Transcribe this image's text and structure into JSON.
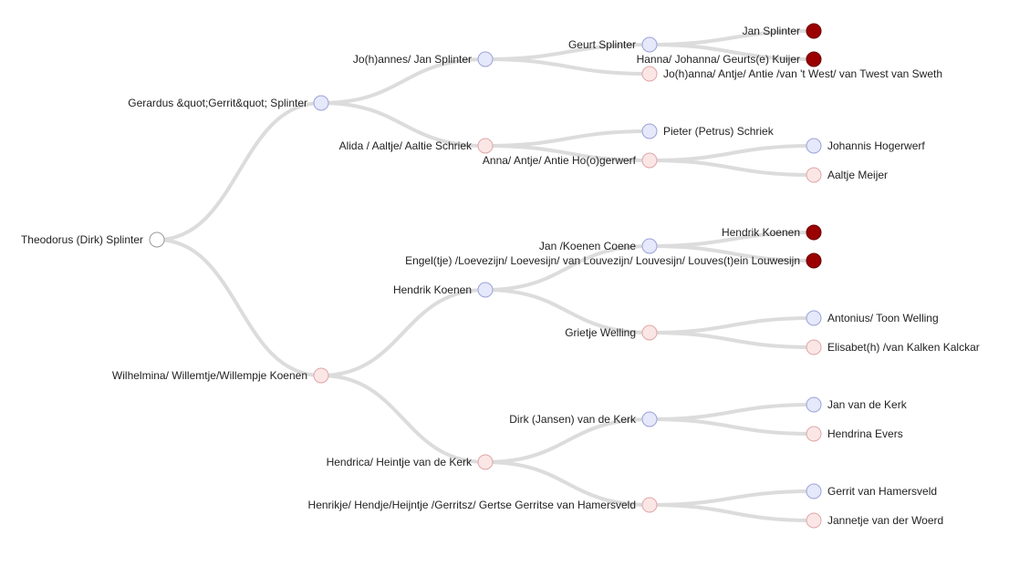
{
  "colors": {
    "link": "#dcdcdc",
    "male_fill": "#e6e8fb",
    "male_stroke": "#9aa2d8",
    "female_fill": "#fbe6e6",
    "female_stroke": "#e0a6a6",
    "unknown_fill": "#ffffff",
    "unknown_stroke": "#999999",
    "collapsed_fill": "#9b0000",
    "collapsed_stroke": "#6a0000",
    "label": "#222222"
  },
  "tree": {
    "id": "theodorus",
    "name": "Theodorus (Dirk) Splinter",
    "kind": "unknown",
    "children": [
      {
        "id": "gerardus",
        "name": "Gerardus &quot;Gerrit&quot; Splinter",
        "kind": "male",
        "children": [
          {
            "id": "johannes",
            "name": "Jo(h)annes/ Jan Splinter",
            "kind": "male",
            "children": [
              {
                "id": "geurt",
                "name": "Geurt Splinter",
                "kind": "male",
                "children": [
                  {
                    "id": "jan-splinter",
                    "name": "Jan Splinter",
                    "kind": "collapsed"
                  },
                  {
                    "id": "hanna",
                    "name": "Hanna/ Johanna/ Geurts(e) Kuijer",
                    "kind": "collapsed"
                  }
                ]
              },
              {
                "id": "johanna-antje",
                "name": "Jo(h)anna/ Antje/ Antie /van 't West/ van Twest van Sweth",
                "kind": "female"
              }
            ]
          },
          {
            "id": "alida",
            "name": "Alida / Aaltje/ Aaltie Schriek",
            "kind": "female",
            "children": [
              {
                "id": "pieter",
                "name": "Pieter (Petrus) Schriek",
                "kind": "male"
              },
              {
                "id": "anna",
                "name": "Anna/ Antje/ Antie Ho(o)gerwerf",
                "kind": "female",
                "children": [
                  {
                    "id": "johannis",
                    "name": "Johannis Hogerwerf",
                    "kind": "male"
                  },
                  {
                    "id": "aaltje",
                    "name": "Aaltje Meijer",
                    "kind": "female"
                  }
                ]
              }
            ]
          }
        ]
      },
      {
        "id": "wilhelmina",
        "name": "Wilhelmina/ Willemtje/Willempje Koenen",
        "kind": "female",
        "children": [
          {
            "id": "hendrik-koenen",
            "name": "Hendrik Koenen",
            "kind": "male",
            "children": [
              {
                "id": "jan-koenen",
                "name": "Jan /Koenen Coene",
                "kind": "male",
                "children": [
                  {
                    "id": "hendrik-koenen-sr",
                    "name": "Hendrik Koenen",
                    "kind": "collapsed"
                  },
                  {
                    "id": "engeltje",
                    "name": "Engel(tje) /Loevezijn/ Loevesijn/ van Louvezijn/ Louvesijn/ Louves(t)ein Louwesijn",
                    "kind": "collapsed"
                  }
                ]
              },
              {
                "id": "grietje",
                "name": "Grietje Welling",
                "kind": "female",
                "children": [
                  {
                    "id": "antonius",
                    "name": "Antonius/ Toon Welling",
                    "kind": "male"
                  },
                  {
                    "id": "elisabeth",
                    "name": "Elisabet(h) /van Kalken Kalckar",
                    "kind": "female"
                  }
                ]
              }
            ]
          },
          {
            "id": "hendrica",
            "name": "Hendrica/ Heintje van de Kerk",
            "kind": "female",
            "children": [
              {
                "id": "dirk-jansen",
                "name": "Dirk (Jansen) van de Kerk",
                "kind": "male",
                "children": [
                  {
                    "id": "jan-van-de-kerk",
                    "name": "Jan van de Kerk",
                    "kind": "male"
                  },
                  {
                    "id": "hendrina",
                    "name": "Hendrina Evers",
                    "kind": "female"
                  }
                ]
              },
              {
                "id": "henrikje",
                "name": "Henrikje/ Hendje/Heijntje /Gerritsz/ Gertse Gerritse van Hamersveld",
                "kind": "female",
                "children": [
                  {
                    "id": "gerrit",
                    "name": "Gerrit van Hamersveld",
                    "kind": "male"
                  },
                  {
                    "id": "jannetje",
                    "name": "Jannetje van der Woerd",
                    "kind": "female"
                  }
                ]
              }
            ]
          }
        ]
      }
    ]
  }
}
